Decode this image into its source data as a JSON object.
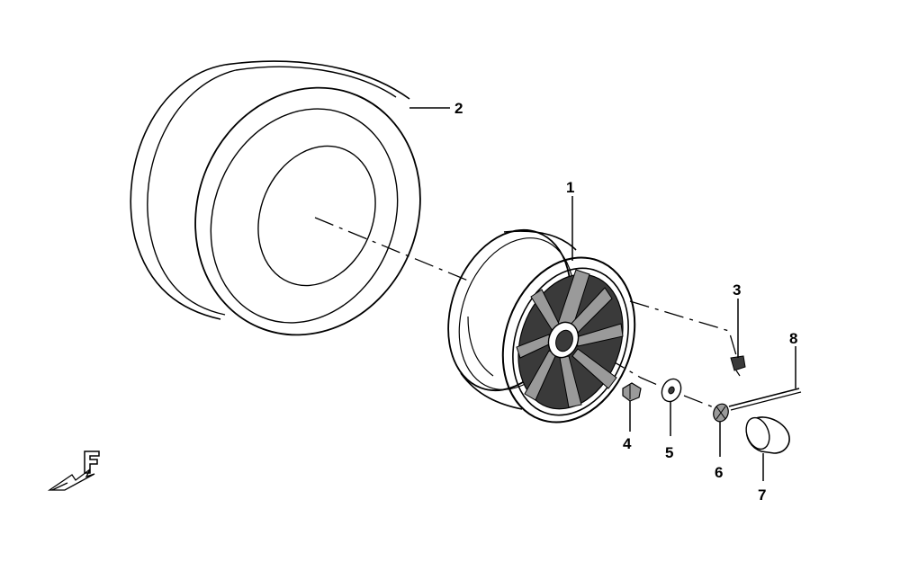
{
  "callouts": [
    {
      "id": "1",
      "text": "1"
    },
    {
      "id": "2",
      "text": "2"
    },
    {
      "id": "3",
      "text": "3"
    },
    {
      "id": "4",
      "text": "4"
    },
    {
      "id": "5",
      "text": "5"
    },
    {
      "id": "6",
      "text": "6"
    },
    {
      "id": "7",
      "text": "7"
    },
    {
      "id": "8",
      "text": "8"
    }
  ],
  "direction_marker": {
    "letter": "F",
    "icon": "forward-arrow-icon"
  },
  "colors": {
    "line": "#000000",
    "background": "#ffffff",
    "fill_dark": "#3a3a3a",
    "fill_mid": "#9a9a9a"
  }
}
